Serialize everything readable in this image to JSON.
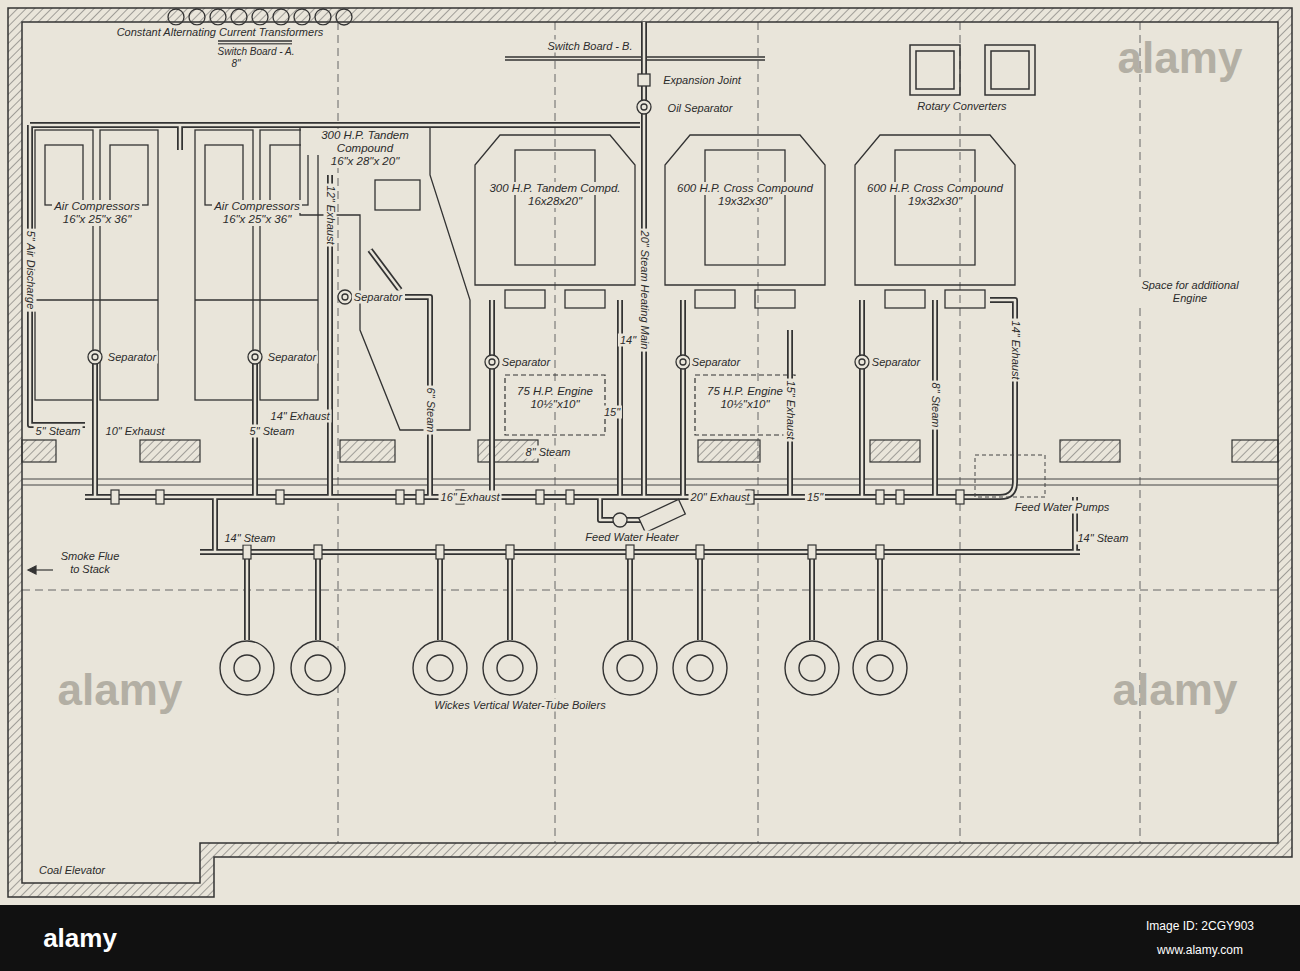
{
  "diagram": {
    "nodes": [
      {
        "text": [
          "Air Compressors",
          "16\"x 25\"x 36\""
        ]
      },
      {
        "text": [
          "Air Compressors",
          "16\"x 25\"x 36\""
        ]
      },
      {
        "text": [
          "300 H.P. Tandem Compound",
          "16\"x 28\"x 20\""
        ]
      },
      {
        "text": [
          "300 H.P. Tandem Compd.",
          "16x28x20\""
        ]
      },
      {
        "text": [
          "600 H.P. Cross Compound",
          "19x32x30\""
        ]
      },
      {
        "text": [
          "600 H.P. Cross Compound",
          "19x32x30\""
        ]
      },
      {
        "text": [
          "75 H.P. Engine",
          "10½\"x10\""
        ]
      },
      {
        "text": [
          "75 H.P. Engine",
          "10½\"x10\""
        ]
      }
    ],
    "labels": [
      "Constant Alternating Current Transformers",
      "Switch Board - A.",
      "8\"",
      "Switch Board - B.",
      "Expansion Joint",
      "Oil Separator",
      "Rotary Converters",
      "5\" Air Discharge",
      "Separator",
      "Separator",
      "12\" Exhaust",
      "Separator",
      "Separator",
      "20\" Steam Heating Main",
      "14\"",
      "Separator",
      "Separator",
      "15\"",
      "15\" Exhaust",
      "8\" Steam",
      "8\" Steam",
      "14\" Exhaust",
      "Space for additional Engine",
      "5\" Steam",
      "10\" Exhaust",
      "5\" Steam",
      "14\" Exhaust",
      "6\" Steam",
      "16\" Exhaust",
      "20\" Exhaust",
      "15\"",
      "Feed Water Pumps",
      "14\" Steam",
      "Feed Water Heater",
      "14\" Steam",
      "Smoke Flue to Stack",
      "Wickes Vertical Water-Tube Boilers",
      "Coal Elevator",
      "alamy",
      "alamy",
      "alamy",
      "alamy",
      "Image ID: 2CGY903",
      "www.alamy.com"
    ]
  }
}
